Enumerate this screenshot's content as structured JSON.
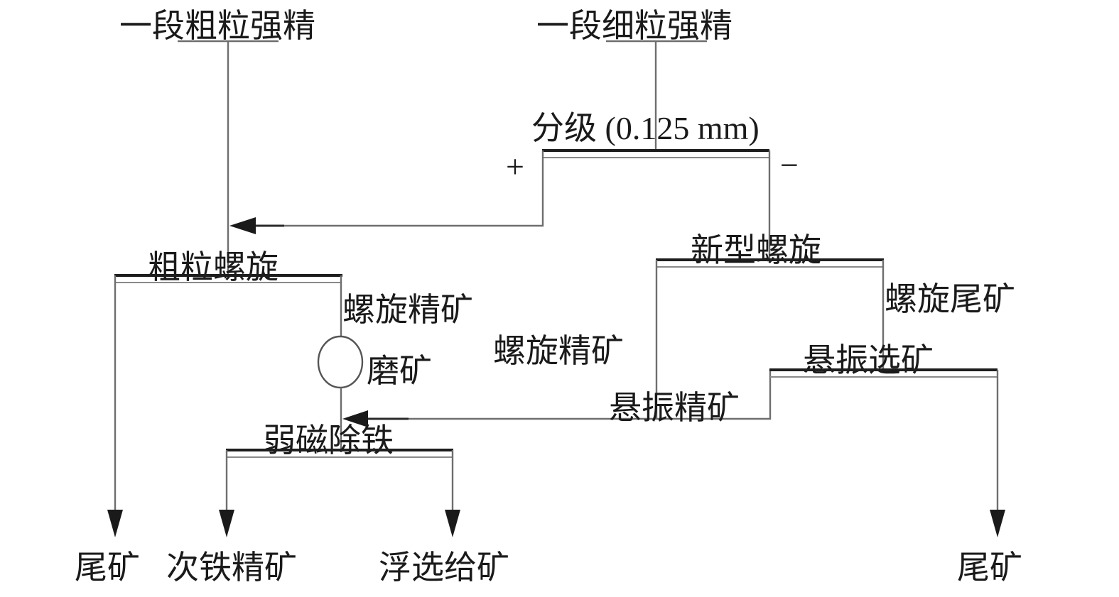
{
  "feeds": {
    "coarse": "一段粗粒强精",
    "fine": "一段细粒强精"
  },
  "nodes": {
    "classification": "分级 (0.125 mm)",
    "coarse_spiral": "粗粒螺旋",
    "new_spiral": "新型螺旋",
    "suspension_vibration": "悬振选矿",
    "grinding": "磨矿",
    "weak_magnetic": "弱磁除铁"
  },
  "streams": {
    "plus": "+",
    "minus": "−",
    "coarse_spiral_concentrate": "螺旋精矿",
    "new_spiral_concentrate": "螺旋精矿",
    "spiral_tailings": "螺旋尾矿",
    "suspension_concentrate": "悬振精矿"
  },
  "products": {
    "tailings_left": "尾矿",
    "secondary_iron_concentrate": "次铁精矿",
    "flotation_feed": "浮选给矿",
    "tailings_right": "尾矿"
  }
}
